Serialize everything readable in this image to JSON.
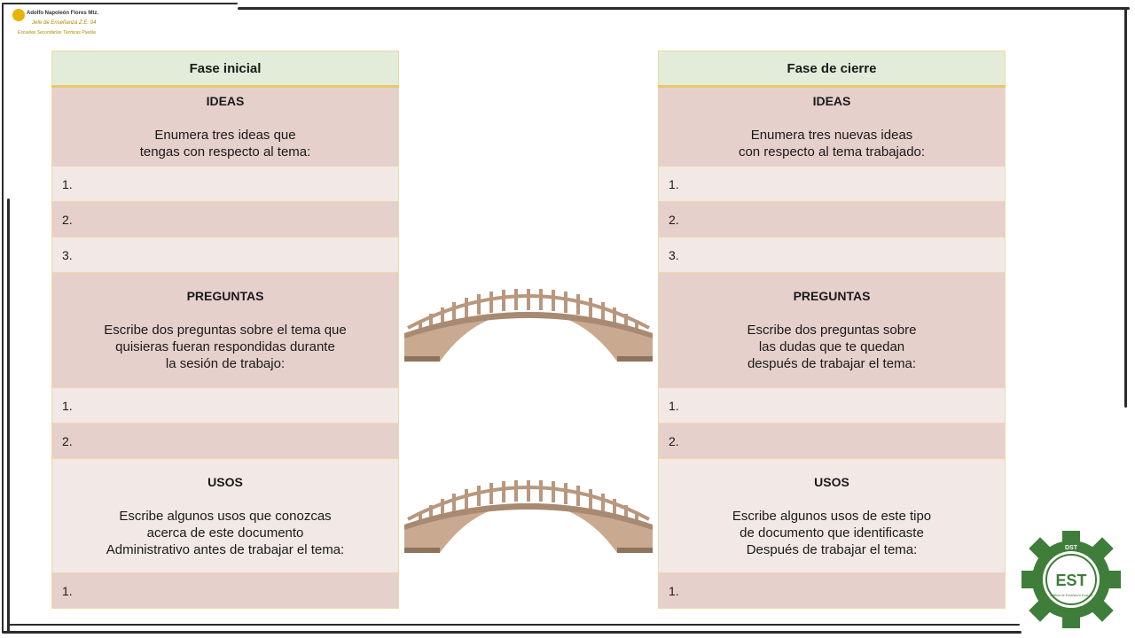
{
  "logo": {
    "line1": "Adolfo Napoleón Flores Mtz.",
    "line2": "Jefe de Enseñanza  Z.E. 04",
    "line3": "Escuelas Secundarias Técnicas  Puebla"
  },
  "left_table": {
    "header": "Fase inicial",
    "ideas_title": "IDEAS",
    "ideas_line1": "Enumera tres ideas que",
    "ideas_line2": "tengas con respecto al tema:",
    "ideas_items": [
      "1.",
      "2.",
      "3."
    ],
    "preguntas_title": "PREGUNTAS",
    "preguntas_line1": "Escribe dos preguntas sobre el tema que",
    "preguntas_line2": "quisieras fueran respondidas durante",
    "preguntas_line3": "la sesión de trabajo:",
    "preguntas_items": [
      "1.",
      "2."
    ],
    "usos_title": "USOS",
    "usos_line1": "Escribe algunos usos que conozcas",
    "usos_line2": "acerca de este documento",
    "usos_line3": "Administrativo antes de trabajar el tema:",
    "usos_items": [
      "1."
    ]
  },
  "right_table": {
    "header": "Fase de cierre",
    "ideas_title": "IDEAS",
    "ideas_line1": "Enumera tres nuevas ideas",
    "ideas_line2": "con respecto al tema trabajado:",
    "ideas_items": [
      "1.",
      "2.",
      "3."
    ],
    "preguntas_title": "PREGUNTAS",
    "preguntas_line1": "Escribe dos preguntas sobre",
    "preguntas_line2": "las dudas que te quedan",
    "preguntas_line3": "después de trabajar el tema:",
    "preguntas_items": [
      "1.",
      "2."
    ],
    "usos_title": "USOS",
    "usos_line1": "Escribe algunos usos de este tipo",
    "usos_line2": "de documento que identificaste",
    "usos_line3": "Después de trabajar el tema:",
    "usos_items": [
      "1."
    ]
  },
  "gear_logo": {
    "top_text": "DST",
    "letters": "EST",
    "caption": "Jefatura de Enseñanza Zona 04"
  },
  "colors": {
    "header_bg": "#e2ecd9",
    "section_bg": "#e6d0cc",
    "row_light_bg": "#f2e8e6",
    "border": "#f0d8a8",
    "bridge": "#c7a88e",
    "gear_green": "#3f7d3a"
  }
}
